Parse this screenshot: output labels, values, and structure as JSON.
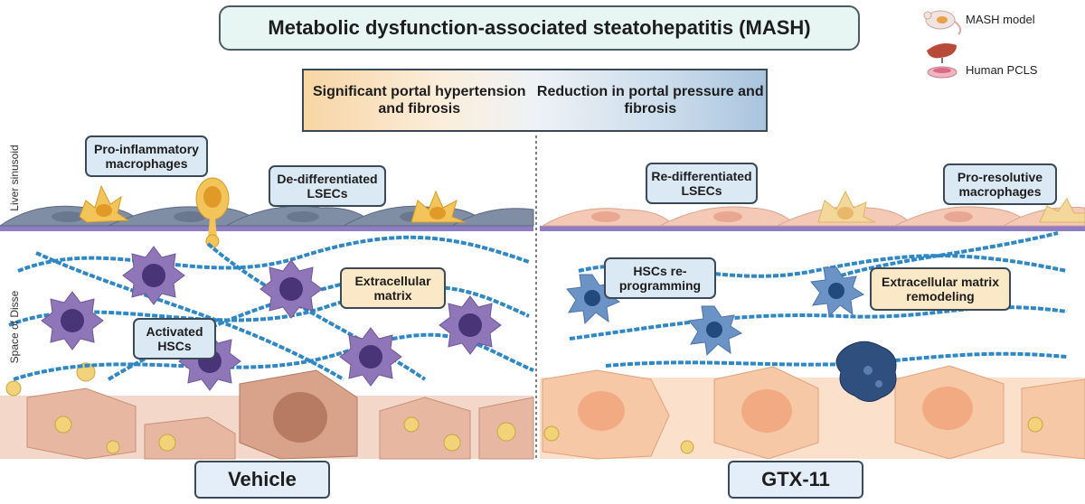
{
  "title": "Metabolic dysfunction-associated steatohepatitis (MASH)",
  "banner": {
    "left": "Significant portal hypertension and fibrosis",
    "right": "Reduction in portal pressure and fibrosis"
  },
  "legend": {
    "items": [
      {
        "icon": "mouse-icon",
        "label": "MASH model"
      },
      {
        "icon": "liver-slice-icon",
        "label": "Human PCLS"
      }
    ]
  },
  "side_labels": {
    "top": "Liver sinusoid",
    "bottom": "Space of Disse"
  },
  "left_panel": {
    "condition": "Vehicle",
    "labels": {
      "macrophages": "Pro-inflammatory macrophages",
      "lsecs": "De-differentiated LSECs",
      "ecm": "Extracellular matrix",
      "hscs": "Activated HSCs"
    }
  },
  "right_panel": {
    "condition": "GTX-11",
    "labels": {
      "lsecs": "Re-differentiated LSECs",
      "macrophages": "Pro-resolutive macrophages",
      "hscs": "HSCs re-programming",
      "ecm": "Extracellular matrix remodeling"
    }
  },
  "colors": {
    "title_bg": "#e7f6f2",
    "label_blue": "#dbe9f5",
    "label_yellow": "#fbe8c6",
    "activated_hsc": "#8e76b8",
    "reprogrammed_hsc": "#6b93c6",
    "collagen": "#2f87c3",
    "hepatocyte_left": "#e8b7a1",
    "hepatocyte_right": "#f7c8a6",
    "lsec_left": "#7c8aa0",
    "lsec_right": "#f4c9b6",
    "macrophage": "#f2c45a"
  }
}
